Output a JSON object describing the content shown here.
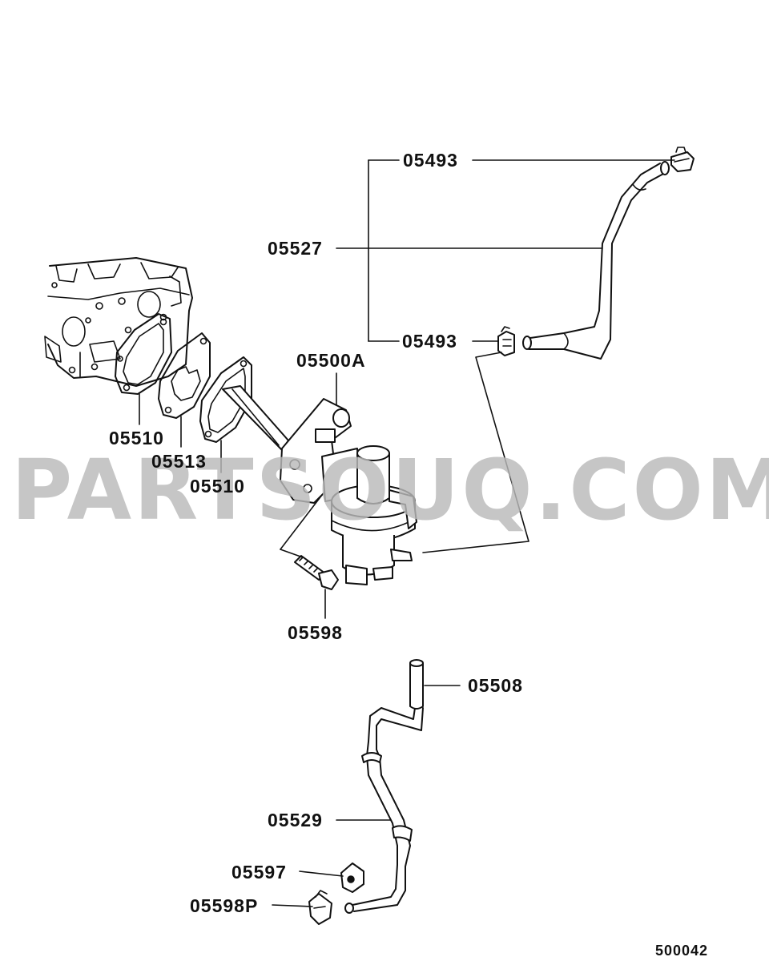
{
  "colors": {
    "ink": "#111111",
    "background": "#ffffff",
    "watermark": "#b9b9b9"
  },
  "watermark": "PARTSOUQ.COM",
  "diagram_code": "500042",
  "callouts": {
    "c05493_top": "05493",
    "c05527": "05527",
    "c05493_mid": "05493",
    "c05500A": "05500A",
    "c05510_a": "05510",
    "c05513": "05513",
    "c05510_b": "05510",
    "c05598": "05598",
    "c05508": "05508",
    "c05529": "05529",
    "c05597": "05597",
    "c05598P": "05598P"
  }
}
